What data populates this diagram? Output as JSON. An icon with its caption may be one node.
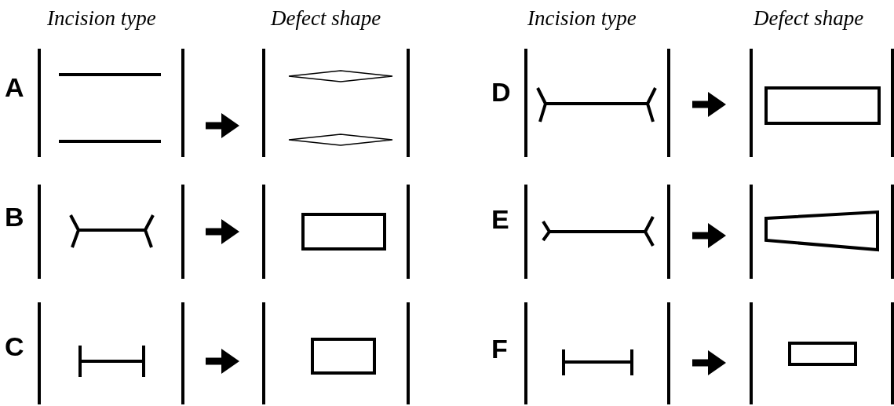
{
  "diagram": {
    "nodes": [
      {
        "text": [],
        "shape": "picture"
      },
      {
        "text": [],
        "shape": "picture"
      },
      {
        "text": [],
        "shape": "picture"
      },
      {
        "text": [],
        "shape": "picture"
      },
      {
        "text": [],
        "shape": "picture"
      },
      {
        "text": [],
        "shape": "picture"
      },
      {
        "text": [],
        "shape": "picture"
      },
      {
        "text": [],
        "shape": "picture"
      },
      {
        "text": [],
        "shape": "picture"
      },
      {
        "text": [],
        "shape": "picture"
      },
      {
        "text": [],
        "shape": "picture"
      },
      {
        "text": [],
        "shape": "picture"
      }
    ],
    "edges": [
      {
        "from": 0,
        "to": 1,
        "arrow": "to"
      },
      {
        "from": 2,
        "to": 3,
        "arrow": "to"
      },
      {
        "from": 4,
        "to": 5,
        "arrow": "to"
      },
      {
        "from": 6,
        "to": 7,
        "arrow": "to"
      },
      {
        "from": 8,
        "to": 9,
        "arrow": "to"
      },
      {
        "from": 10,
        "to": 11,
        "arrow": "to"
      }
    ],
    "labels": [
      "Incision type",
      "Defect shape",
      "Incision type",
      "Defect shape",
      "A",
      "D",
      "B",
      "E",
      "C",
      "F"
    ]
  }
}
